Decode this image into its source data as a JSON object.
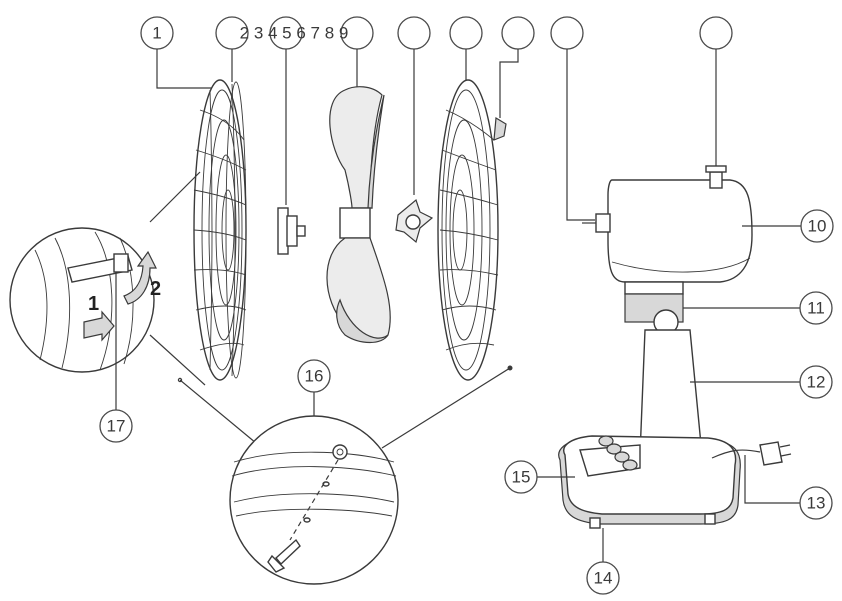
{
  "callouts": {
    "c1": "1",
    "c2to9": "2 3 4 5 6 7 8 9",
    "c10": "10",
    "c11": "11",
    "c12": "12",
    "c13": "13",
    "c14": "14",
    "c15": "15",
    "c16": "16",
    "c17": "17"
  },
  "steps": {
    "step1": "1",
    "step2": "2"
  },
  "colors": {
    "line": "#3a3a3a",
    "shade": "#d8d8d8",
    "background": "#ffffff"
  }
}
